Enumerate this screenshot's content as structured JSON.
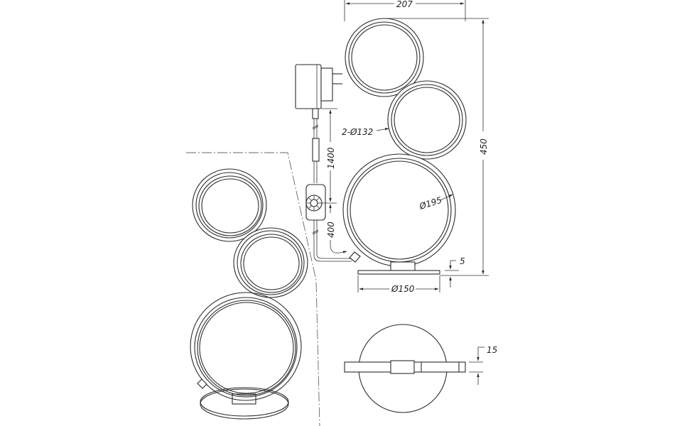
{
  "drawing": {
    "title": "Table lamp technical drawing",
    "dimensions": {
      "width": "207",
      "height": "450",
      "small_ring_diameter": "2-Ø132",
      "large_ring_diameter": "Ø195",
      "base_diameter": "Ø150",
      "base_thickness": "5",
      "cable_length_total": "1400",
      "cable_length_switch": "400",
      "ring_depth": "15"
    },
    "views": [
      "perspective-view",
      "front-view",
      "top-view"
    ],
    "colors": {
      "line": "#2a2a2a",
      "background": "#ffffff",
      "centerline": "#666666"
    }
  }
}
